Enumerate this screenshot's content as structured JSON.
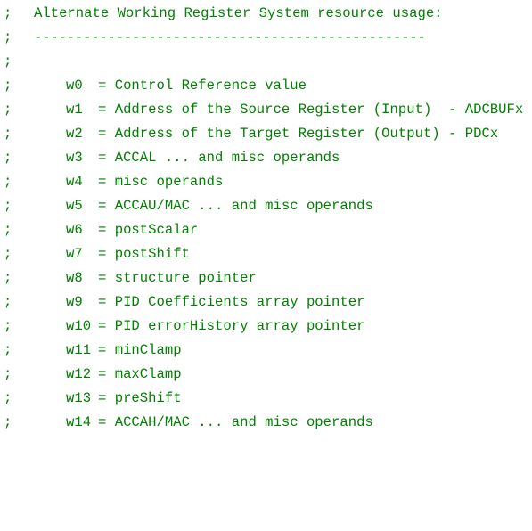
{
  "colors": {
    "comment_text": "#008000",
    "background": "#ffffff"
  },
  "comment_marker": ";",
  "header": {
    "title": "Alternate Working Register System resource usage:",
    "rule": "------------------------------------------------"
  },
  "registers": [
    {
      "name": "w0",
      "desc": "= Control Reference value"
    },
    {
      "name": "w1",
      "desc": "= Address of the Source Register (Input)  - ADCBUFx"
    },
    {
      "name": "w2",
      "desc": "= Address of the Target Register (Output) - PDCx"
    },
    {
      "name": "w3",
      "desc": "= ACCAL ... and misc operands"
    },
    {
      "name": "w4",
      "desc": "= misc operands"
    },
    {
      "name": "w5",
      "desc": "= ACCAU/MAC ... and misc operands"
    },
    {
      "name": "w6",
      "desc": "= postScalar"
    },
    {
      "name": "w7",
      "desc": "= postShift"
    },
    {
      "name": "w8",
      "desc": "= structure pointer"
    },
    {
      "name": "w9",
      "desc": "= PID Coefficients array pointer"
    },
    {
      "name": "w10",
      "desc": "= PID errorHistory array pointer"
    },
    {
      "name": "w11",
      "desc": "= minClamp"
    },
    {
      "name": "w12",
      "desc": "= maxClamp"
    },
    {
      "name": "w13",
      "desc": "= preShift"
    },
    {
      "name": "w14",
      "desc": "= ACCAH/MAC ... and misc operands"
    }
  ]
}
